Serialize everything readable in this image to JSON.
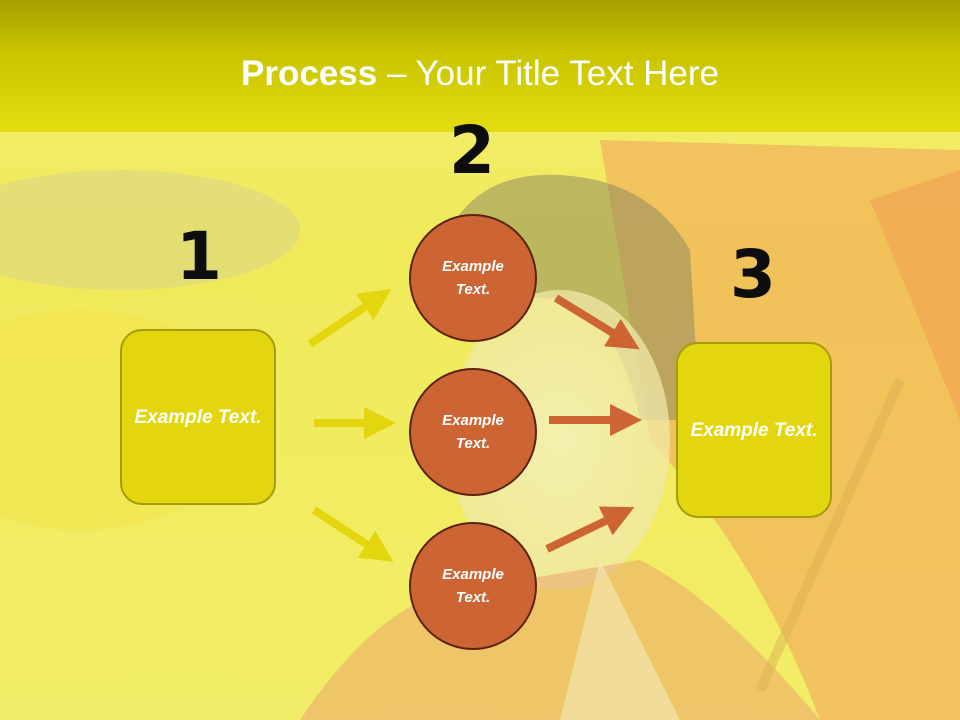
{
  "title": {
    "bold": "Process",
    "rest": " – Your Title Text Here"
  },
  "steps": [
    {
      "number": "1",
      "label": "Example Text."
    },
    {
      "number": "2",
      "items": [
        "Example Text.",
        "Example Text.",
        "Example Text."
      ]
    },
    {
      "number": "3",
      "label": "Example Text."
    }
  ],
  "colors": {
    "yellow": "#e3d60e",
    "orange": "#cc6533",
    "title_band": "#c9c400"
  }
}
